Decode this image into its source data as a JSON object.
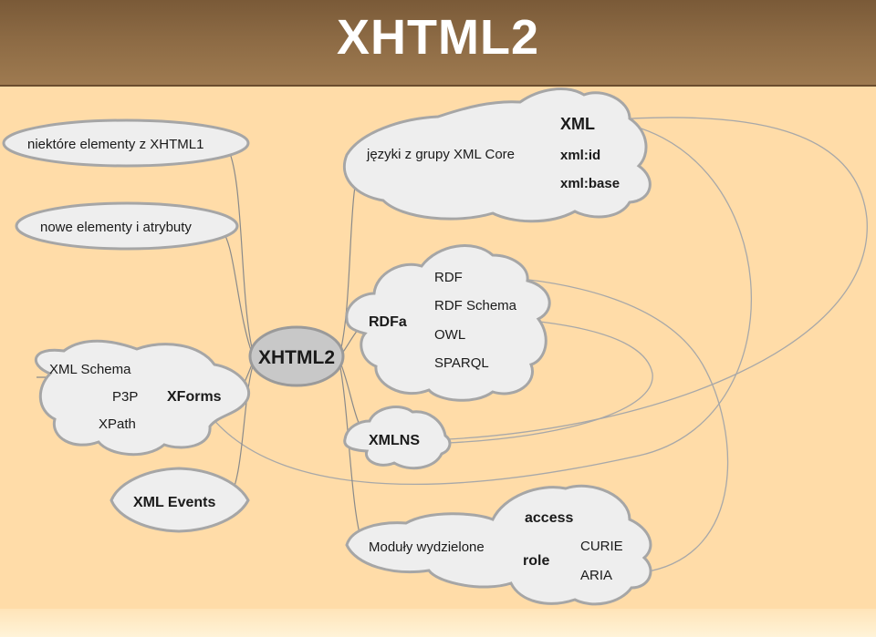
{
  "header": {
    "title": "XHTML2"
  },
  "center": {
    "label": "XHTML2"
  },
  "left": {
    "niektore": "niektóre elementy z XHTML1",
    "nowe": "nowe elementy i atrybuty",
    "xforms": {
      "label": "XForms",
      "children": [
        "XML Schema",
        "P3P",
        "XPath"
      ]
    },
    "xml_events": "XML Events"
  },
  "right": {
    "xml_core": {
      "label": "języki z grupy XML Core",
      "children": [
        "XML",
        "xml:id",
        "xml:base"
      ]
    },
    "rdfa": {
      "label": "RDFa",
      "children": [
        "RDF",
        "RDF Schema",
        "OWL",
        "SPARQL"
      ]
    },
    "xmlns": "XMLNS",
    "moduly": {
      "label": "Moduły wydzielone",
      "children": [
        "access",
        "role",
        "CURIE",
        "ARIA"
      ]
    }
  },
  "colors": {
    "background": "#ffdca8",
    "header": "#8c6a44",
    "bubble_fill": "#eeeeee",
    "bubble_stroke": "#a6a6a6",
    "center_fill": "#c8c8c8",
    "connector": "#8a8a8a"
  }
}
